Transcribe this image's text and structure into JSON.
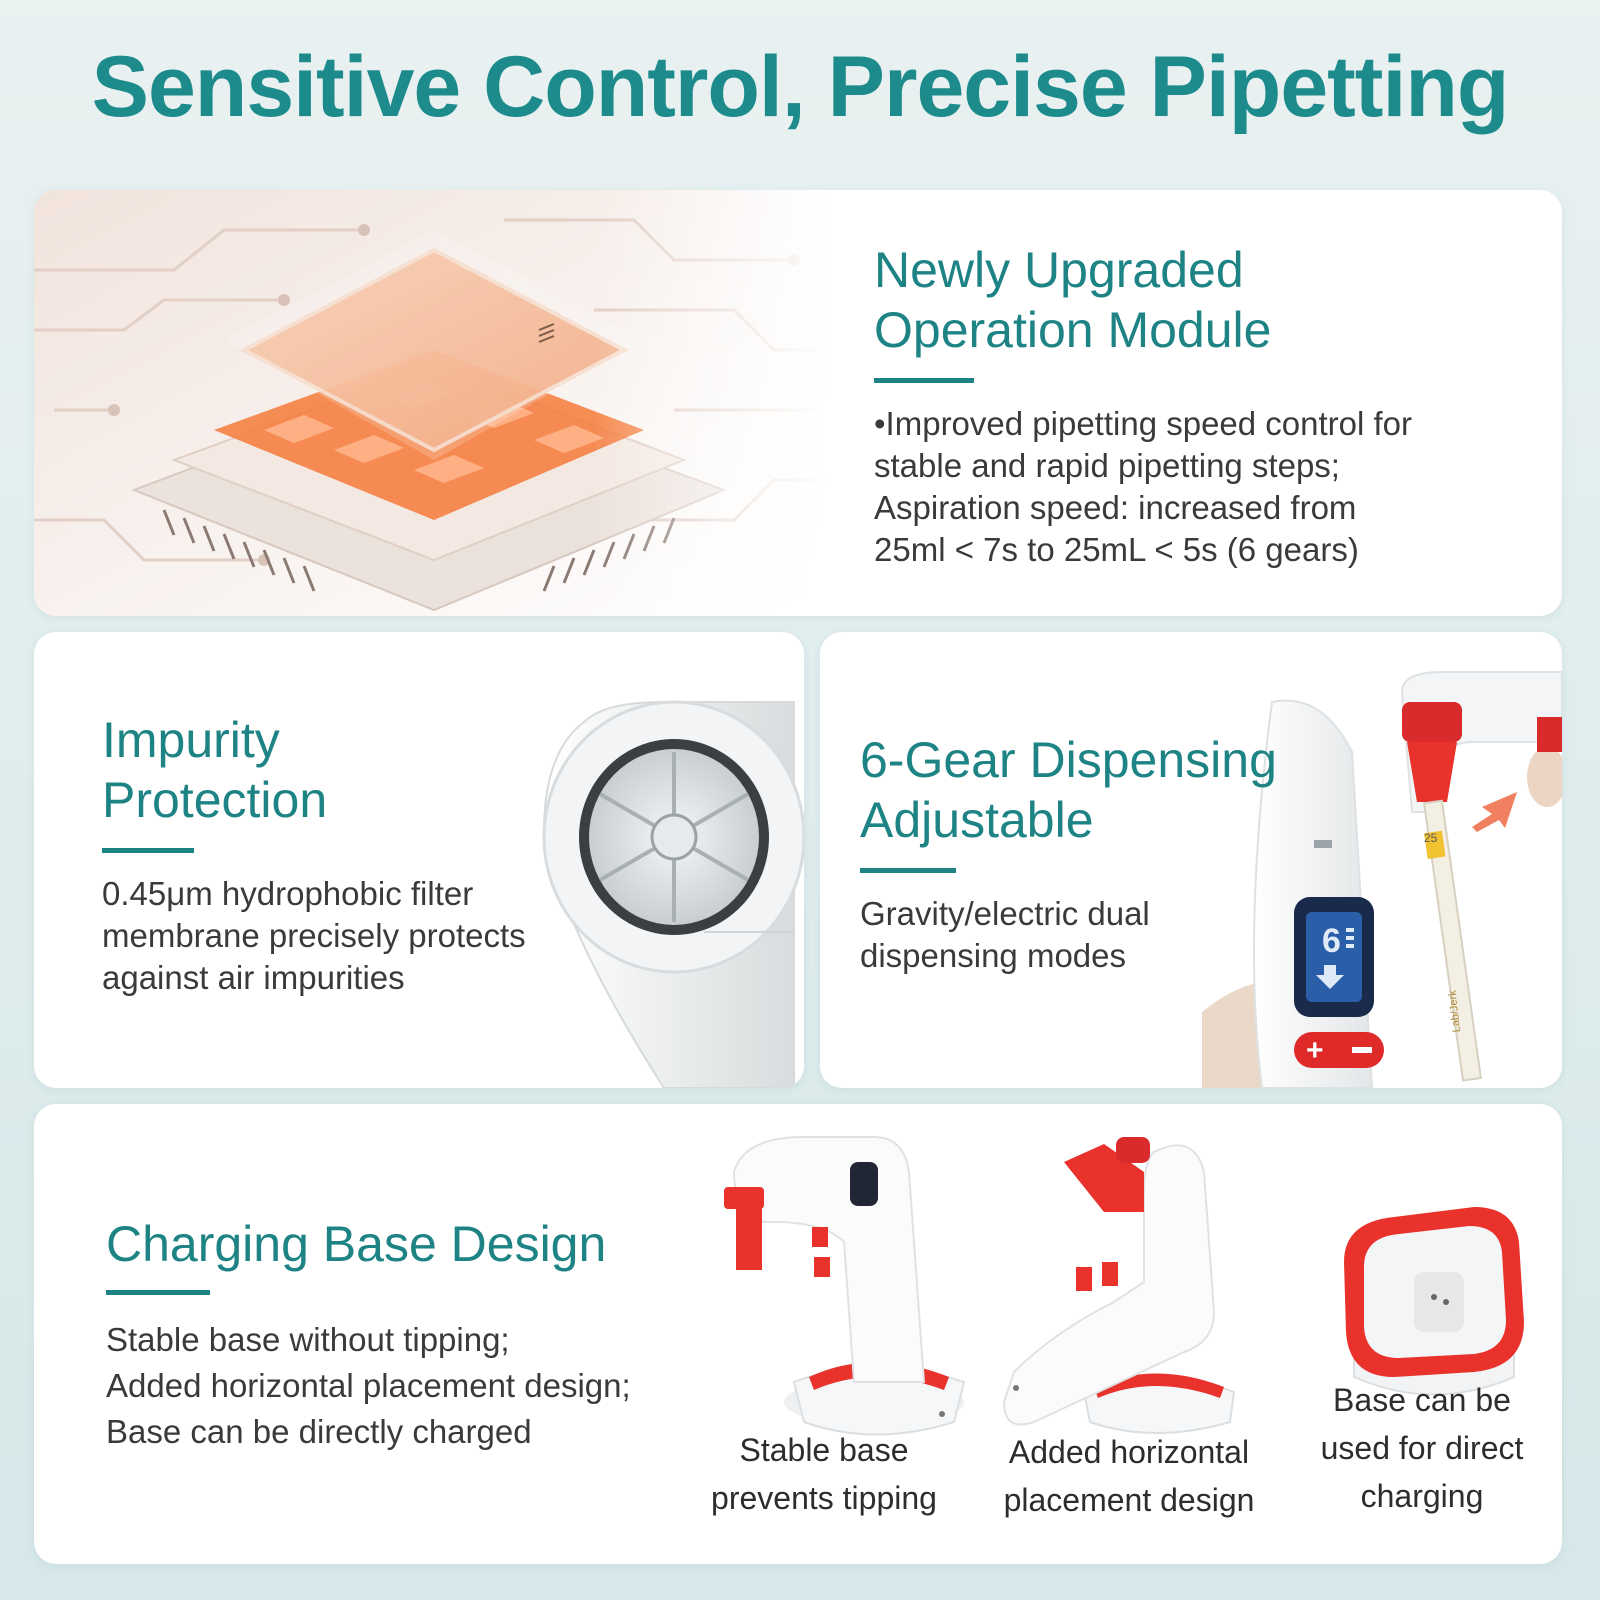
{
  "title": "Sensitive Control, Precise Pipetting",
  "colors": {
    "accent": "#1e8384",
    "red": "#e8322b",
    "chip": "#f07a3c"
  },
  "module": {
    "heading": [
      "Newly Upgraded",
      "Operation Module"
    ],
    "body": [
      "•Improved pipetting speed control for",
      "stable and rapid pipetting steps;",
      "Aspiration speed: increased from",
      "25ml < 7s to 25mL < 5s (6 gears)"
    ]
  },
  "impurity": {
    "heading": [
      "Impurity",
      "Protection"
    ],
    "body": [
      "0.45μm hydrophobic filter",
      "membrane precisely protects",
      "against air impurities"
    ]
  },
  "gear": {
    "heading": [
      "6-Gear Dispensing",
      "Adjustable"
    ],
    "body": [
      "Gravity/electric dual",
      "dispensing modes"
    ],
    "display_digit": "6",
    "tube_mark": "25",
    "tube_brand": "Lab/Jerk"
  },
  "charging": {
    "heading": "Charging Base Design",
    "body": [
      "Stable base without tipping;",
      "Added horizontal placement design;",
      "Base can be directly charged"
    ],
    "captions": [
      [
        "Stable base",
        "prevents tipping"
      ],
      [
        "Added horizontal",
        "placement design"
      ],
      [
        "Base can be",
        "used for direct",
        "charging"
      ]
    ]
  }
}
